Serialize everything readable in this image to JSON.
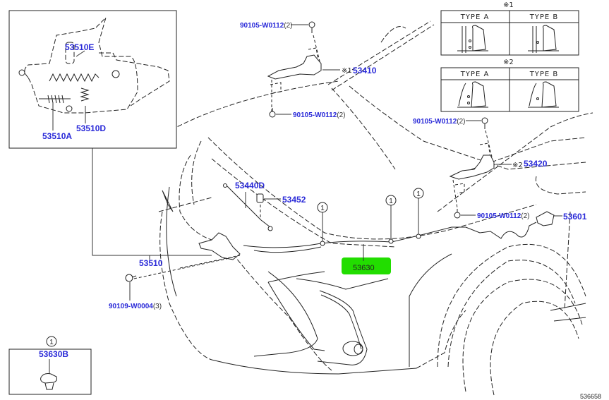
{
  "diagram": {
    "highlight_color": "#22dd00",
    "label_color": "#2a2ad8",
    "reference_number": "536658",
    "inset_latch": {
      "labels": [
        "53510E",
        "53510D",
        "53510A"
      ]
    },
    "inset_clip": {
      "marker": "1",
      "label": "53630B"
    },
    "type_tables": [
      {
        "marker": "※1",
        "columns": [
          "TYPE  A",
          "TYPE  B"
        ]
      },
      {
        "marker": "※2",
        "columns": [
          "TYPE  A",
          "TYPE  B"
        ]
      }
    ],
    "parts": {
      "bolt_top_left": {
        "number": "90105-W0112",
        "qty": "(2)"
      },
      "hinge_left": {
        "marker": "※1",
        "number": "53410"
      },
      "bolt_mid_left": {
        "number": "90105-W0112",
        "qty": "(2)"
      },
      "bolt_top_right": {
        "number": "90105-W0112",
        "qty": "(2)"
      },
      "hinge_right": {
        "marker": "※2",
        "number": "53420"
      },
      "bolt_mid_right": {
        "number": "90105-W0112",
        "qty": "(2)"
      },
      "release_handle": {
        "number": "53601"
      },
      "support_rod": {
        "number": "53440D"
      },
      "rod_holder": {
        "number": "53452"
      },
      "hood_lock": {
        "number": "53510"
      },
      "lock_bolt": {
        "number": "90109-W0004",
        "qty": "(3)"
      },
      "release_cable": {
        "number": "53630",
        "highlighted": true
      }
    },
    "clip_markers": [
      "1",
      "1",
      "1"
    ]
  }
}
